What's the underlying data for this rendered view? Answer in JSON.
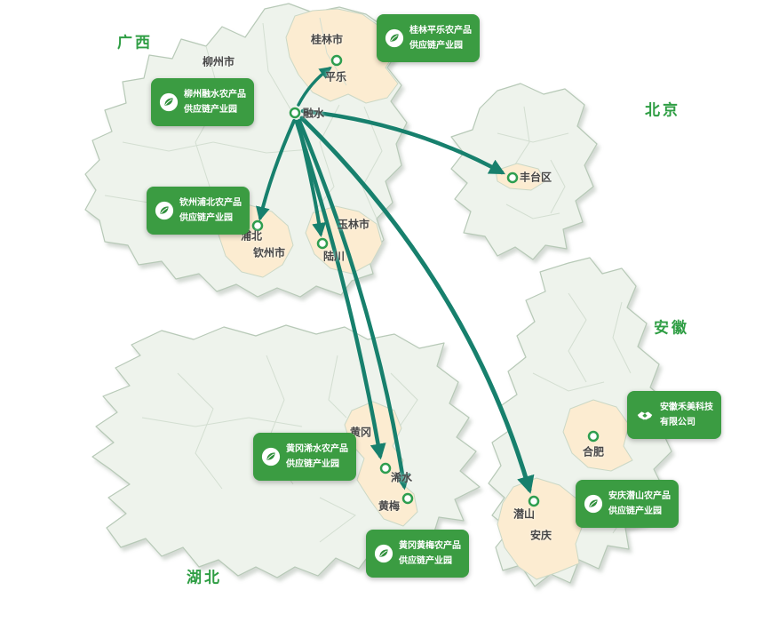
{
  "provinces": {
    "guangxi": {
      "label": "广西"
    },
    "beijing": {
      "label": "北京"
    },
    "anhui": {
      "label": "安徽"
    },
    "hubei": {
      "label": "湖北"
    }
  },
  "cities": {
    "liuzhou": {
      "label": "柳州市"
    },
    "guilin": {
      "label": "桂林市"
    },
    "pingle": {
      "label": "平乐"
    },
    "rongshui": {
      "label": "融水"
    },
    "pubei": {
      "label": "浦北"
    },
    "qinzhou": {
      "label": "钦州市"
    },
    "yulin": {
      "label": "玉林市"
    },
    "luchuan": {
      "label": "陆川"
    },
    "fengtai": {
      "label": "丰台区"
    },
    "hefei": {
      "label": "合肥"
    },
    "qianshan": {
      "label": "潜山"
    },
    "anqing": {
      "label": "安庆"
    },
    "huanggang": {
      "label": "黄冈"
    },
    "xishui": {
      "label": "浠水"
    },
    "huangmei": {
      "label": "黄梅"
    }
  },
  "parks": [
    {
      "id": "guilin-pingle",
      "line1": "桂林平乐农产品",
      "line2": "供应链产业园"
    },
    {
      "id": "liuzhou-rongshui",
      "line1": "柳州融水农产品",
      "line2": "供应链产业园"
    },
    {
      "id": "qinzhou-pubei",
      "line1": "钦州浦北农产品",
      "line2": "供应链产业园"
    },
    {
      "id": "huanggang-xishui",
      "line1": "黄冈浠水农产品",
      "line2": "供应链产业园"
    },
    {
      "id": "huanggang-huangmei",
      "line1": "黄冈黄梅农产品",
      "line2": "供应链产业园"
    },
    {
      "id": "anqing-qianshan",
      "line1": "安庆潜山农产品",
      "line2": "供应链产业园"
    },
    {
      "id": "hq",
      "line1": "安徽禾美科技",
      "line2": "有限公司"
    }
  ],
  "flows": [
    {
      "from": "融水",
      "to": "平乐"
    },
    {
      "from": "融水",
      "to": "丰台区"
    },
    {
      "from": "融水",
      "to": "浦北"
    },
    {
      "from": "融水",
      "to": "陆川"
    },
    {
      "from": "融水",
      "to": "浠水"
    },
    {
      "from": "融水",
      "to": "黄梅"
    },
    {
      "from": "融水",
      "to": "潜山"
    }
  ],
  "colors": {
    "province_fill": "#eef3ec",
    "province_border": "#b7c9b7",
    "highlight_fill": "#fcecd1",
    "arrow": "#17806d",
    "park_box": "#3b9c42",
    "province_label": "#2f9e44",
    "city_label": "#474747"
  }
}
